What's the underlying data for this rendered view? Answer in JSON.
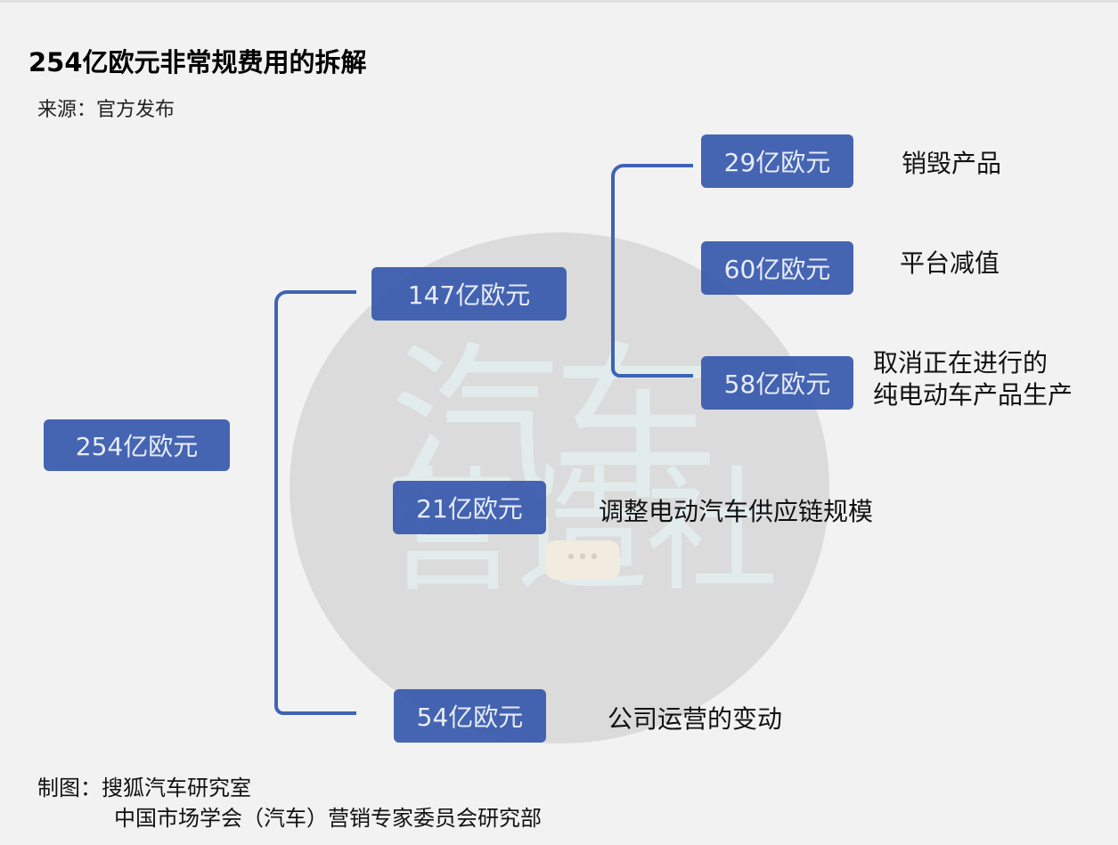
{
  "title": "254亿欧元非常规费用的拆解",
  "source": "来源：官方发布",
  "watermark": {
    "line1": "汽车",
    "line2": "营造社",
    "bubble": "•••"
  },
  "nodes": {
    "root": "254亿欧元",
    "n147": "147亿欧元",
    "n29": "29亿欧元",
    "n60": "60亿欧元",
    "n58": "58亿欧元",
    "n21": "21亿欧元",
    "n54": "54亿欧元"
  },
  "labels": {
    "n29": "销毁产品",
    "n60": "平台减值",
    "n58_line1": "取消正在进行的",
    "n58_line2": "纯电动车产品生产",
    "n21": "调整电动汽车供应链规模",
    "n54": "公司运营的变动"
  },
  "footer": {
    "line1": "制图：搜狐汽车研究室",
    "line2": "中国市场学会（汽车）营销专家委员会研究部"
  },
  "colors": {
    "box": "#3b5daf",
    "bracket": "#3f63b4",
    "background": "#f2f2f2"
  }
}
